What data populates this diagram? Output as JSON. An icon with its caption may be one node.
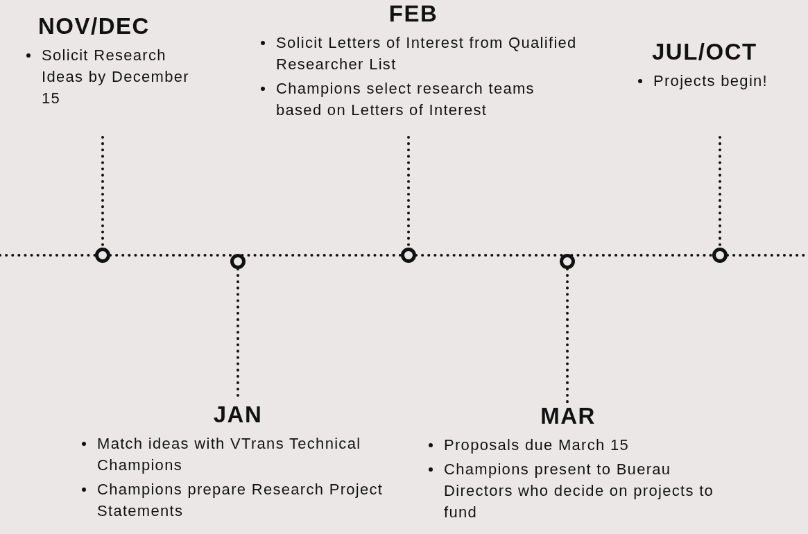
{
  "diagram": {
    "nodes": [
      {
        "text": [
          "NOV/DEC",
          "Solicit Research Ideas by December 15"
        ]
      },
      {
        "text": [
          "FEB",
          "Solicit Letters of Interest from Qualified Researcher List",
          "Champions select research teams based on Letters of Interest"
        ]
      },
      {
        "text": [
          "JUL/OCT",
          "Projects begin!"
        ]
      },
      {
        "text": [],
        "shape": "circle"
      },
      {
        "text": [],
        "shape": "circle"
      },
      {
        "text": [],
        "shape": "circle"
      },
      {
        "text": [],
        "shape": "circle"
      },
      {
        "text": [],
        "shape": "circle"
      },
      {
        "text": [
          "JAN",
          "Match ideas with VTrans Technical Champions",
          "Champions prepare Research Project Statements"
        ]
      },
      {
        "text": [
          "MAR",
          "Proposals due March 15",
          "Champions present to Buerau Directors who decide on projects to fund"
        ]
      }
    ],
    "edges": [
      {
        "from": 0,
        "to": 3,
        "arrow": "none"
      },
      {
        "from": 1,
        "to": 5,
        "arrow": "none"
      },
      {
        "from": 2,
        "to": 7,
        "arrow": "none"
      },
      {
        "from": 4,
        "to": 8,
        "arrow": "none"
      },
      {
        "from": 6,
        "to": 9,
        "arrow": "none"
      },
      {
        "from": null,
        "to": 3,
        "arrow": "none"
      },
      {
        "from": 3,
        "to": 4,
        "arrow": "none"
      },
      {
        "from": 4,
        "to": 5,
        "arrow": "none"
      },
      {
        "from": 5,
        "to": 6,
        "arrow": "none"
      },
      {
        "from": 6,
        "to": 7,
        "arrow": "none"
      },
      {
        "from": 7,
        "to": null,
        "arrow": "none"
      }
    ]
  }
}
